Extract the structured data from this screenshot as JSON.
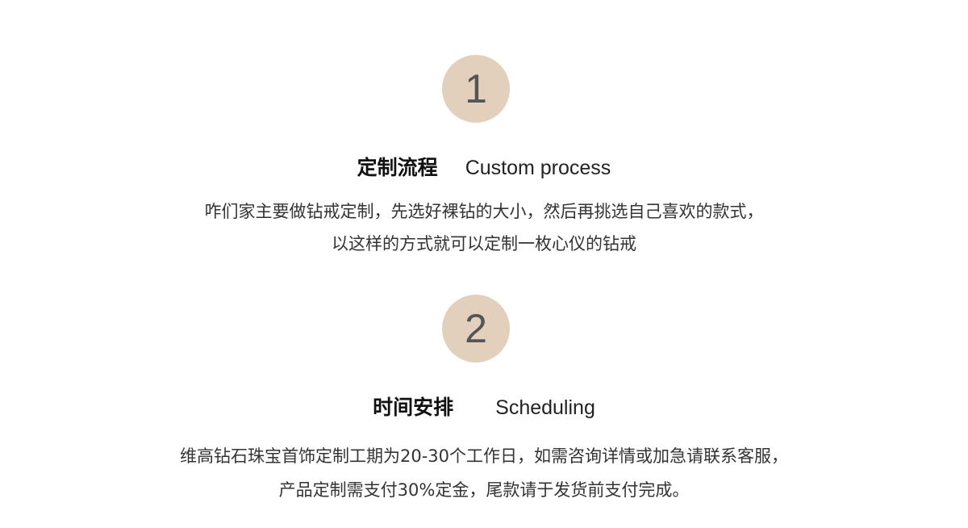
{
  "sections": [
    {
      "number": "1",
      "title_cn": "定制流程",
      "title_en": "Custom process",
      "lines": [
        "咋们家主要做钻戒定制，先选好裸钻的大小，然后再挑选自己喜欢的款式，",
        "以这样的方式就可以定制一枚心仪的钻戒"
      ]
    },
    {
      "number": "2",
      "title_cn": "时间安排",
      "title_en": "Scheduling",
      "lines": [
        "维高钻石珠宝首饰定制工期为20-30个工作日，如需咨询详情或加急请联系客服，",
        "产品定制需支付30%定金，尾款请于发货前支付完成。"
      ]
    }
  ]
}
